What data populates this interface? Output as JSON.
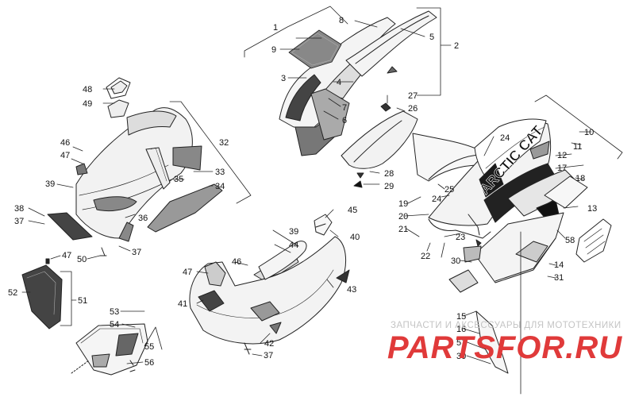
{
  "callouts": [
    {
      "id": "c1",
      "text": "1"
    },
    {
      "id": "c2",
      "text": "2"
    },
    {
      "id": "c3",
      "text": "3"
    },
    {
      "id": "c4",
      "text": "4"
    },
    {
      "id": "c5",
      "text": "5"
    },
    {
      "id": "c6",
      "text": "6"
    },
    {
      "id": "c7",
      "text": "7"
    },
    {
      "id": "c8",
      "text": "8"
    },
    {
      "id": "c9",
      "text": "9"
    },
    {
      "id": "c10",
      "text": "10"
    },
    {
      "id": "c11",
      "text": "11"
    },
    {
      "id": "c12",
      "text": "12"
    },
    {
      "id": "c13",
      "text": "13"
    },
    {
      "id": "c14",
      "text": "14"
    },
    {
      "id": "c15",
      "text": "15"
    },
    {
      "id": "c16",
      "text": "16"
    },
    {
      "id": "c17",
      "text": "17"
    },
    {
      "id": "c18",
      "text": "18"
    },
    {
      "id": "c19",
      "text": "19"
    },
    {
      "id": "c20",
      "text": "20"
    },
    {
      "id": "c21",
      "text": "21"
    },
    {
      "id": "c22",
      "text": "22"
    },
    {
      "id": "c23",
      "text": "23"
    },
    {
      "id": "c24a",
      "text": "24"
    },
    {
      "id": "c24b",
      "text": "24"
    },
    {
      "id": "c25",
      "text": "25"
    },
    {
      "id": "c26",
      "text": "26"
    },
    {
      "id": "c27",
      "text": "27"
    },
    {
      "id": "c28",
      "text": "28"
    },
    {
      "id": "c29",
      "text": "29"
    },
    {
      "id": "c30a",
      "text": "30"
    },
    {
      "id": "c30b",
      "text": "30"
    },
    {
      "id": "c31",
      "text": "31"
    },
    {
      "id": "c32",
      "text": "32"
    },
    {
      "id": "c33",
      "text": "33"
    },
    {
      "id": "c34",
      "text": "34"
    },
    {
      "id": "c35",
      "text": "35"
    },
    {
      "id": "c36",
      "text": "36"
    },
    {
      "id": "c37a",
      "text": "37"
    },
    {
      "id": "c37b",
      "text": "37"
    },
    {
      "id": "c37c",
      "text": "37"
    },
    {
      "id": "c38",
      "text": "38"
    },
    {
      "id": "c39a",
      "text": "39"
    },
    {
      "id": "c39b",
      "text": "39"
    },
    {
      "id": "c40",
      "text": "40"
    },
    {
      "id": "c41",
      "text": "41"
    },
    {
      "id": "c42",
      "text": "42"
    },
    {
      "id": "c43",
      "text": "43"
    },
    {
      "id": "c44",
      "text": "44"
    },
    {
      "id": "c45",
      "text": "45"
    },
    {
      "id": "c46a",
      "text": "46"
    },
    {
      "id": "c46b",
      "text": "46"
    },
    {
      "id": "c47a",
      "text": "47"
    },
    {
      "id": "c47b",
      "text": "47"
    },
    {
      "id": "c47c",
      "text": "47"
    },
    {
      "id": "c48",
      "text": "48"
    },
    {
      "id": "c49",
      "text": "49"
    },
    {
      "id": "c50",
      "text": "50"
    },
    {
      "id": "c51",
      "text": "51"
    },
    {
      "id": "c52",
      "text": "52"
    },
    {
      "id": "c53",
      "text": "53"
    },
    {
      "id": "c54",
      "text": "54"
    },
    {
      "id": "c55",
      "text": "55"
    },
    {
      "id": "c56",
      "text": "56"
    },
    {
      "id": "c57",
      "text": "57"
    },
    {
      "id": "c58",
      "text": "58"
    }
  ],
  "decal_text": "ARCTIC CAT",
  "watermark": {
    "tagline": "ЗАПЧАСТИ И АКСЕССУАРЫ ДЛЯ МОТОТЕХНИКИ",
    "logo_part1": "PARTS",
    "logo_part2": "FOR.RU",
    "color_red": "#e03a3a",
    "color_grey": "#c4c4c4"
  }
}
